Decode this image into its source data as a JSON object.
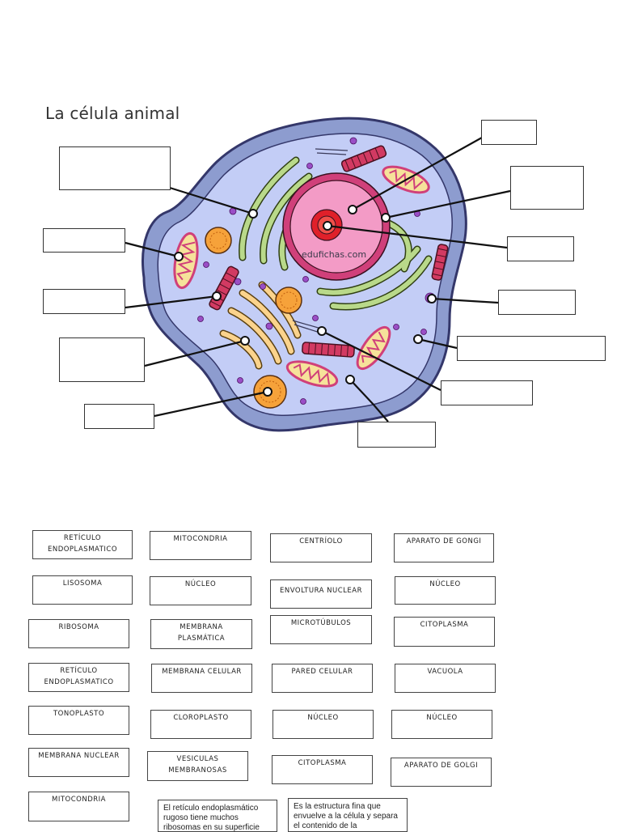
{
  "title": "La célula animal",
  "watermark": "edufichas.com",
  "colors": {
    "outer_membrane": "#8d9ccf",
    "cytoplasm": "#c3cdf6",
    "nucleus_envelope": "#d0407a",
    "nucleus": "#f39bc6",
    "nucleolus": "#e0202a",
    "er": "#b9d98a",
    "golgi": "#fbd38c",
    "mitochondria": "#f6e29a",
    "lysosome": "#f6a23a",
    "centriole": "#d23a62",
    "vesicle": "#9a4ec6"
  },
  "cards": [
    {
      "text": "RETÍCULO\nENDOPLASMATICO"
    },
    {
      "text": "MITOCONDRIA"
    },
    {
      "text": "CENTRÍOLO"
    },
    {
      "text": "APARATO DE GONGI"
    },
    {
      "text": "LISOSOMA"
    },
    {
      "text": "NÚCLEO"
    },
    {
      "text": "ENVOLTURA NUCLEAR"
    },
    {
      "text": "NÚCLEO"
    },
    {
      "text": "RIBOSOMA"
    },
    {
      "text": "MEMBRANA\nPLASMÁTICA"
    },
    {
      "text": "MICROTÚBULOS"
    },
    {
      "text": "CITOPLASMA"
    },
    {
      "text": "RETÍCULO\nENDOPLASMATICO"
    },
    {
      "text": "MEMBRANA CELULAR"
    },
    {
      "text": "PARED CELULAR"
    },
    {
      "text": "VACUOLA"
    },
    {
      "text": "TONOPLASTO"
    },
    {
      "text": "CLOROPLASTO"
    },
    {
      "text": "NÚCLEO"
    },
    {
      "text": "NÚCLEO"
    },
    {
      "text": "MEMBRANA NUCLEAR"
    },
    {
      "text": "VESICULAS\nMEMBRANOSAS"
    },
    {
      "text": "CITOPLASMA"
    },
    {
      "text": "APARATO DE GOLGI"
    },
    {
      "text": "MITOCONDRIA"
    }
  ],
  "text_cards": [
    {
      "text": "El retículo endoplasmático rugoso tiene muchos ribosomas en su superficie"
    },
    {
      "text": "Es la estructura fina que envuelve a la célula y separa el contenido de la"
    }
  ]
}
